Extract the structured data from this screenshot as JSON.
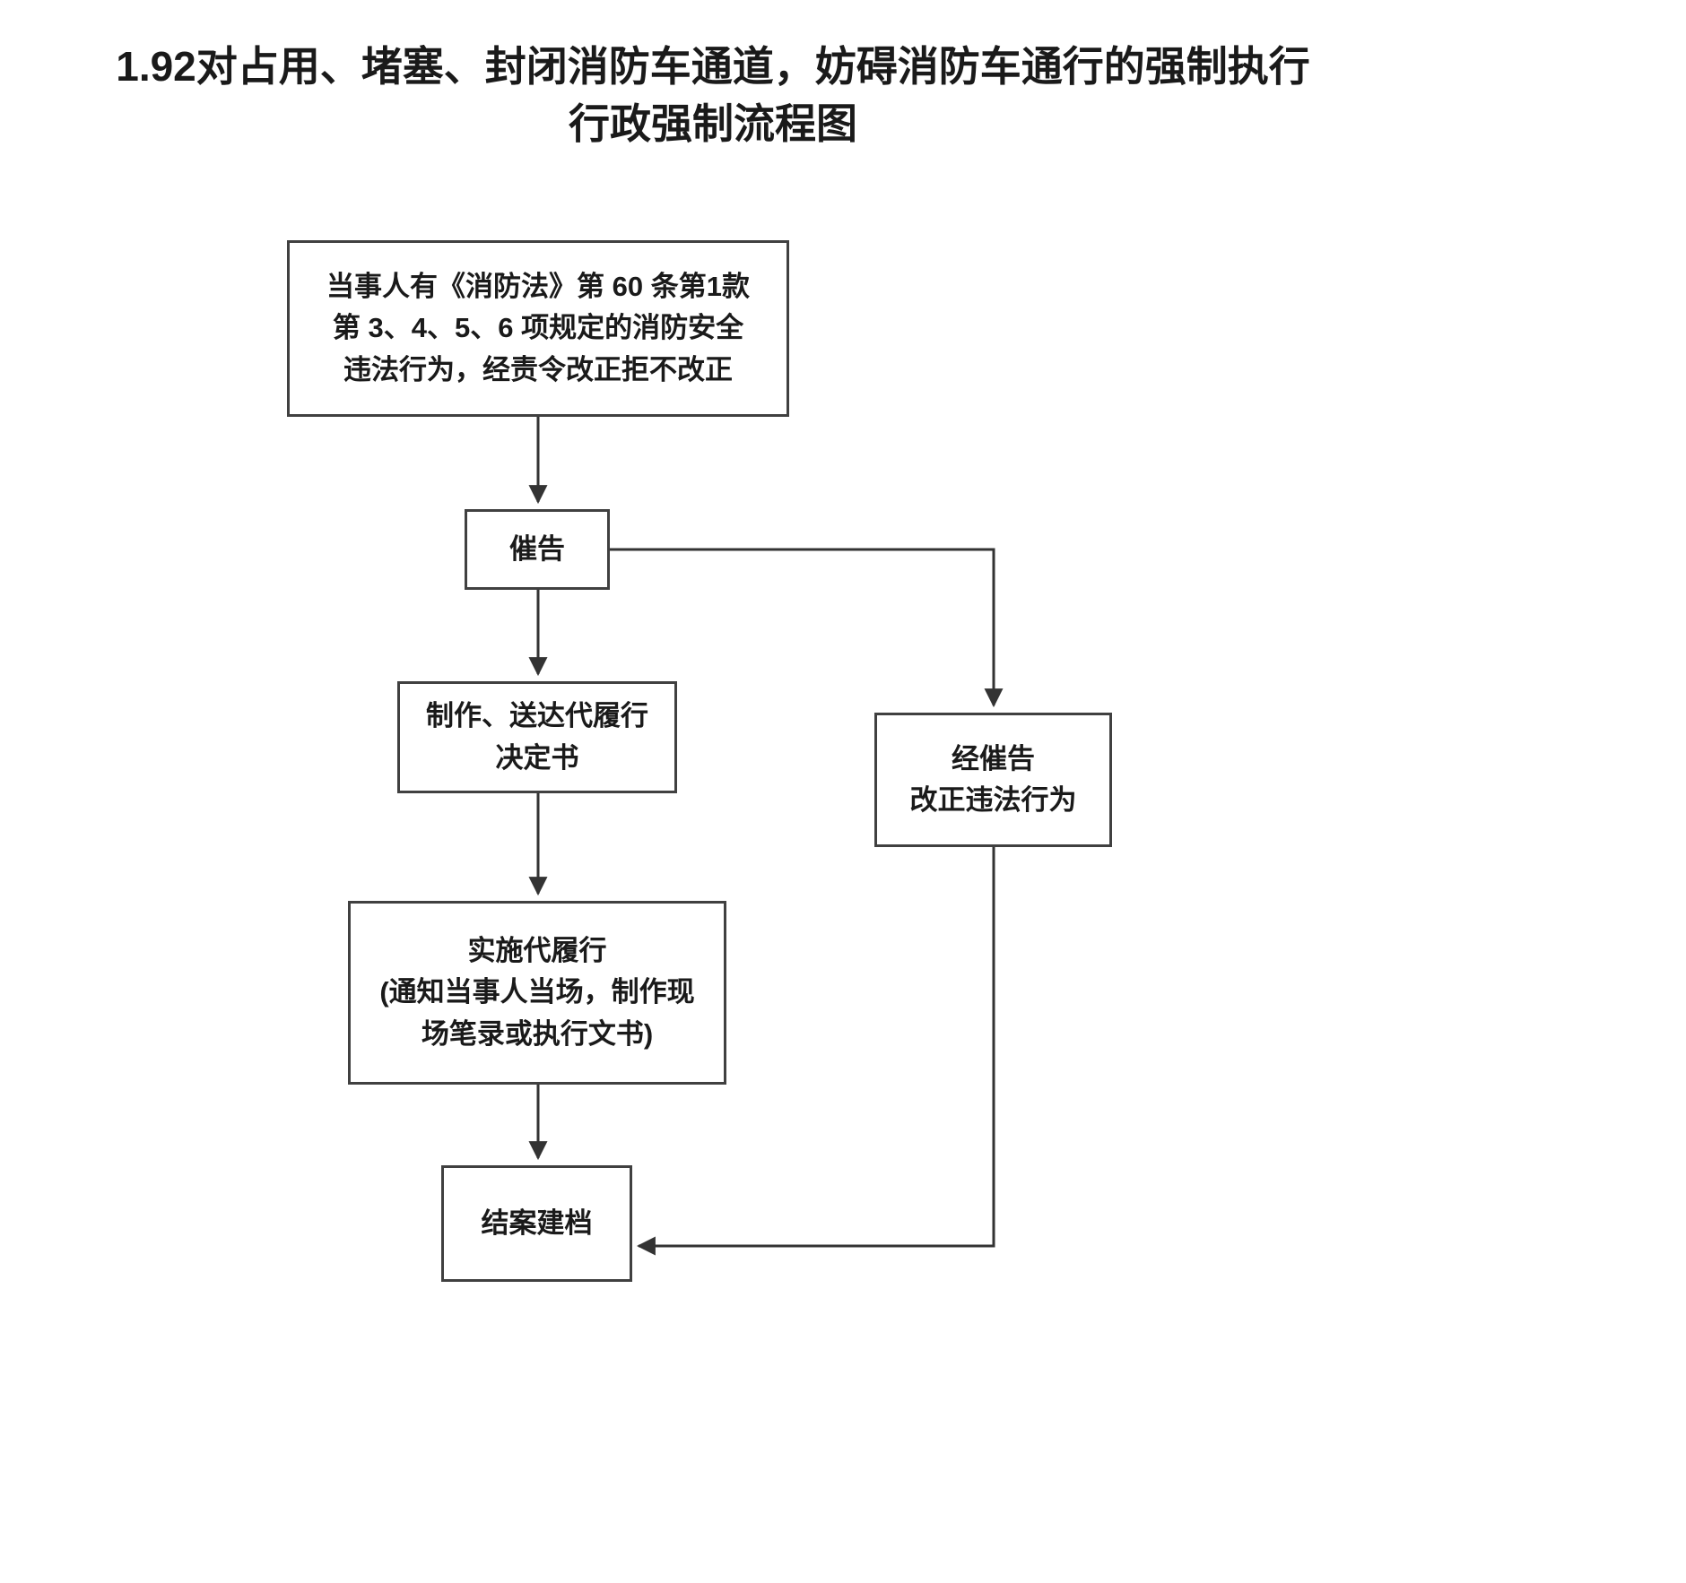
{
  "title": "1.92对占用、堵塞、封闭消防车通道，妨碍消防车通行的强制执行\n行政强制流程图",
  "nodes": {
    "violation": "当事人有《消防法》第 60 条第1款\n第 3、4、5、6 项规定的消防安全\n违法行为，经责令改正拒不改正",
    "cuigao": "催告",
    "make_deliver": "制作、送达代履行\n决定书",
    "implement": "实施代履行\n(通知当事人当场，制作现\n场笔录或执行文书)",
    "close_case": "结案建档",
    "corrected": "经催告\n改正违法行为"
  },
  "colors": {
    "background": "#ffffff",
    "box_border": "#404040",
    "text": "#1a1a1a",
    "connector": "#333333"
  },
  "diagram": {
    "type": "flowchart",
    "edges": [
      {
        "from": "violation",
        "to": "cuigao"
      },
      {
        "from": "cuigao",
        "to": "make_deliver"
      },
      {
        "from": "cuigao",
        "to": "corrected"
      },
      {
        "from": "make_deliver",
        "to": "implement"
      },
      {
        "from": "implement",
        "to": "close_case"
      },
      {
        "from": "corrected",
        "to": "close_case"
      }
    ]
  }
}
